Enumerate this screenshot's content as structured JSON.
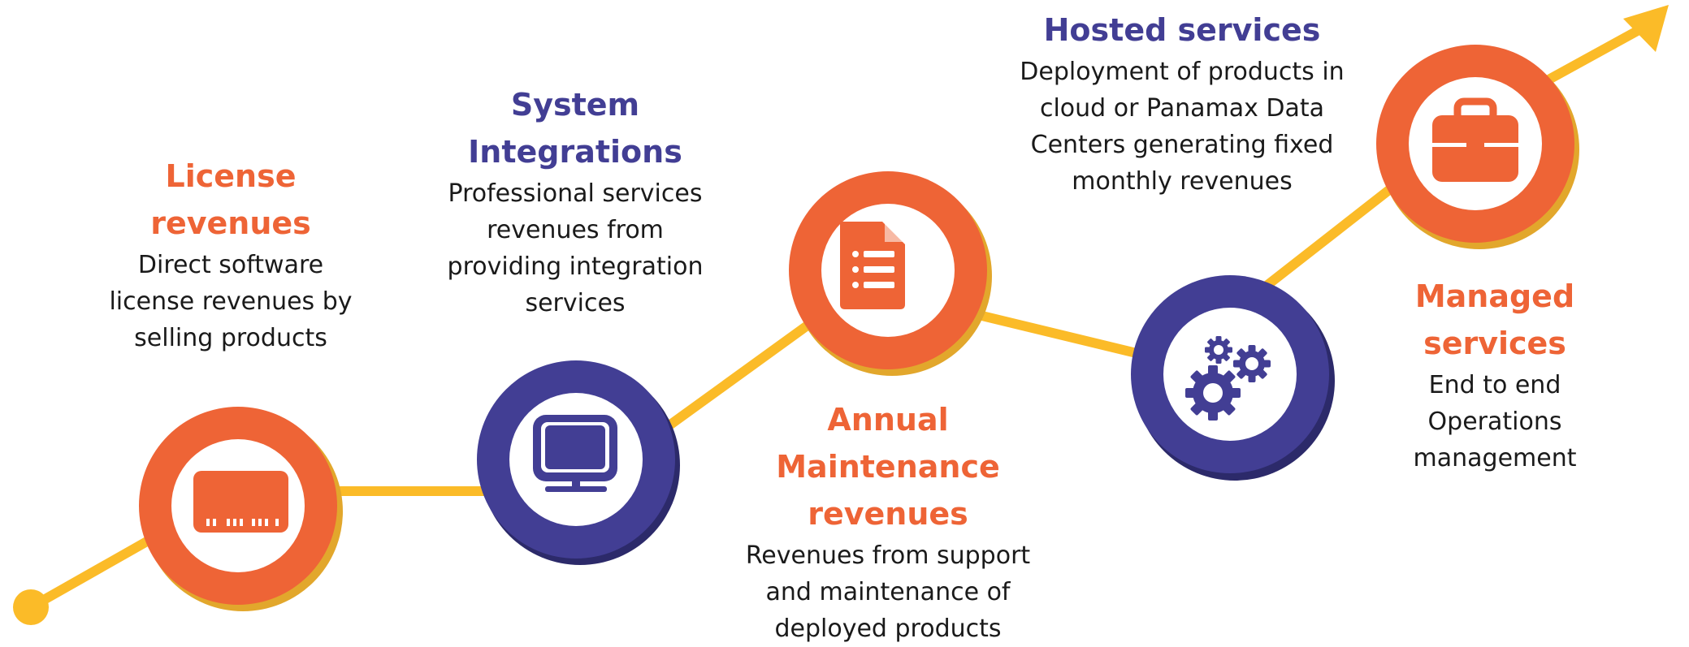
{
  "colors": {
    "path": "#fbbb28",
    "orange": "#ee6436",
    "blue": "#423e94",
    "text": "#1a1a1a"
  },
  "steps": [
    {
      "icon": "price-tag-icon",
      "ring": "orange",
      "title": "License revenues",
      "desc": "Direct software license revenues by selling products"
    },
    {
      "icon": "monitor-icon",
      "ring": "blue",
      "title": "System Integrations",
      "desc": "Professional services revenues from providing integration services"
    },
    {
      "icon": "document-list-icon",
      "ring": "orange",
      "title": "Annual Maintenance revenues",
      "desc": "Revenues from support and maintenance of deployed products"
    },
    {
      "icon": "gears-icon",
      "ring": "blue",
      "title": "Hosted services",
      "desc": "Deployment of products in cloud or Panamax Data Centers generating fixed monthly revenues"
    },
    {
      "icon": "toolbox-icon",
      "ring": "orange",
      "title": "Managed services",
      "desc": "End to end Operations management"
    }
  ]
}
